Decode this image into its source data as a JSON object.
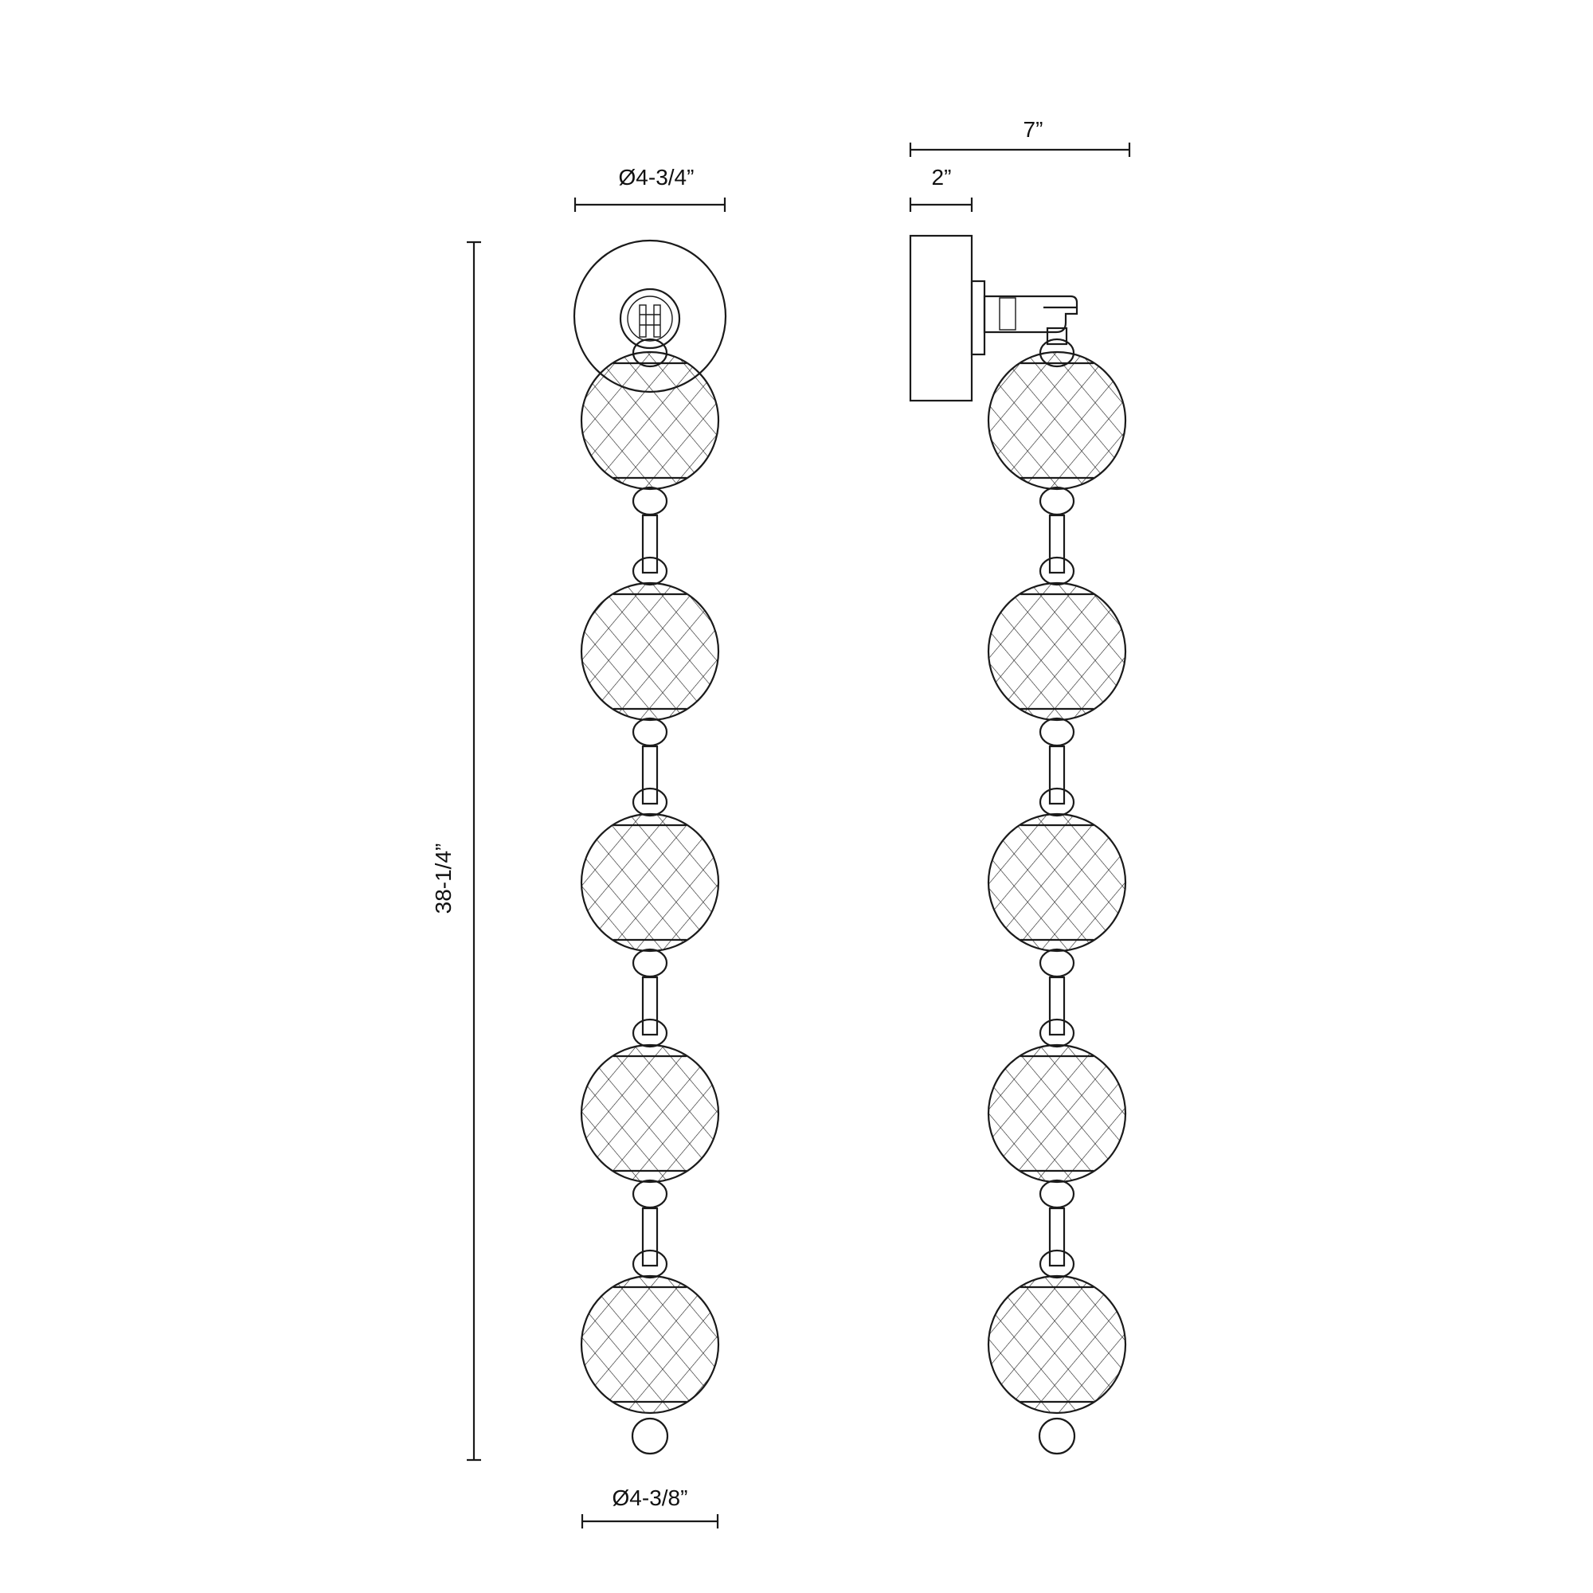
{
  "dimensions": {
    "canopy_diameter": "Ø4-3/4”",
    "globe_diameter": "Ø4-3/8”",
    "overall_height": "38-1/4”",
    "canopy_depth": "2”",
    "overall_extension": "7”"
  },
  "fixture": {
    "globe_count": 5
  }
}
